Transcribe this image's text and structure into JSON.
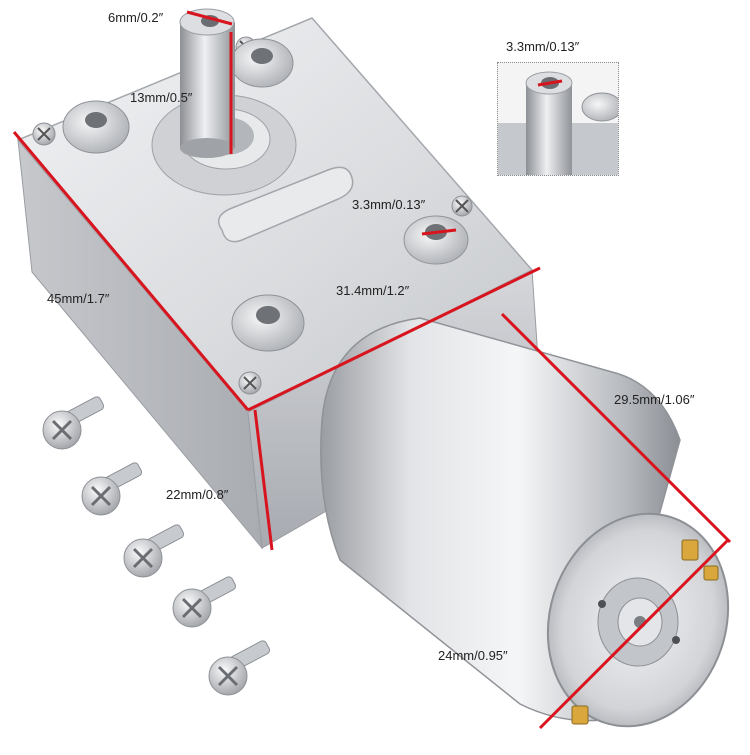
{
  "product": {
    "description": "worm gear motor with mounting screws"
  },
  "dimensions": {
    "shaft_diameter": "6mm/0.2″",
    "shaft_length": "13mm/0.5″",
    "thread_top": "3.3mm/0.13″",
    "thread_side": "3.3mm/0.13″",
    "body_length": "45mm/1.7″",
    "body_width": "31.4mm/1.2″",
    "body_height": "22mm/0.8″",
    "motor_length": "29.5mm/1.06″",
    "motor_diameter": "24mm/0.95″"
  },
  "colors": {
    "dimension_line": "#d8141e",
    "metal_light": "#e6e7ea",
    "metal_dark": "#8e9197",
    "label_text": "#222222"
  },
  "icons": {
    "screw": "phillips-pan-head-screw-icon"
  }
}
